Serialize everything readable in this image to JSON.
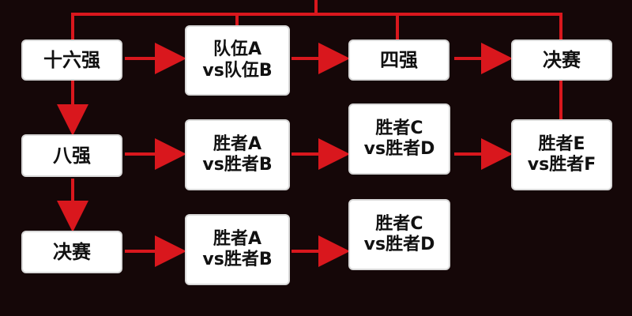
{
  "colors": {
    "background": "#150708",
    "line": "#d9171d",
    "node_fill": "#ffffff",
    "node_text": "#111111"
  },
  "rows": {
    "round_of_16": {
      "label": "十六强",
      "match_line1": "队伍A",
      "match_line2": "vs队伍B",
      "next_stage": "四强",
      "final_stage": "决赛"
    },
    "quarter_final": {
      "label": "八强",
      "match_line1": "胜者A",
      "match_line2": "vs胜者B",
      "next_line1": "胜者C",
      "next_line2": "vs胜者D",
      "final_line1": "胜者E",
      "final_line2": "vs胜者F"
    },
    "final": {
      "label": "决赛",
      "match_line1": "胜者A",
      "match_line2": "vs胜者B",
      "next_line1": "胜者C",
      "next_line2": "vs胜者D"
    }
  }
}
